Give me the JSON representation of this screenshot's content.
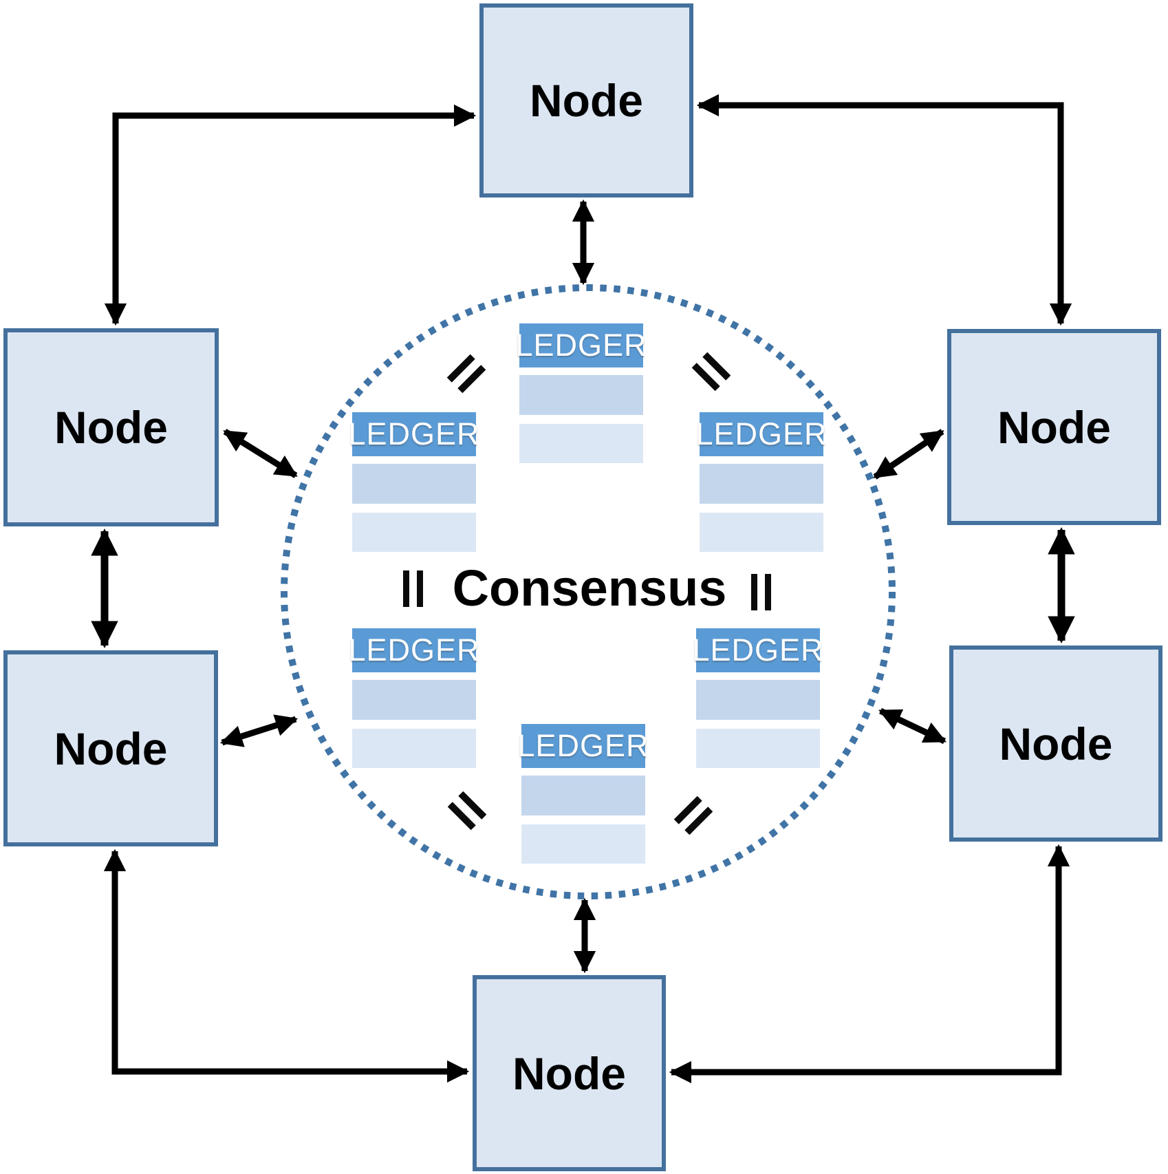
{
  "diagram": {
    "consensus_label": "Consensus",
    "nodes": [
      {
        "id": "top",
        "label": "Node"
      },
      {
        "id": "left-upper",
        "label": "Node"
      },
      {
        "id": "left-lower",
        "label": "Node"
      },
      {
        "id": "right-upper",
        "label": "Node"
      },
      {
        "id": "right-lower",
        "label": "Node"
      },
      {
        "id": "bottom",
        "label": "Node"
      }
    ],
    "ledgers": [
      {
        "id": "top-center",
        "label": "LEDGER"
      },
      {
        "id": "upper-left",
        "label": "LEDGER"
      },
      {
        "id": "upper-right",
        "label": "LEDGER"
      },
      {
        "id": "lower-left",
        "label": "LEDGER"
      },
      {
        "id": "lower-right",
        "label": "LEDGER"
      },
      {
        "id": "bottom-center",
        "label": "LEDGER"
      }
    ],
    "icons": {
      "equals_icon": "‖"
    },
    "colors": {
      "bg": "#ffffff",
      "node_fill": "#dce6f2",
      "node_border": "#44709d",
      "ledger_header": "#5b9bd5",
      "ledger_row_mid": "#c3d6ec",
      "ledger_row_light": "#dce7f5",
      "circle_dotted": "#4074a6",
      "arrow": "#000000"
    }
  }
}
